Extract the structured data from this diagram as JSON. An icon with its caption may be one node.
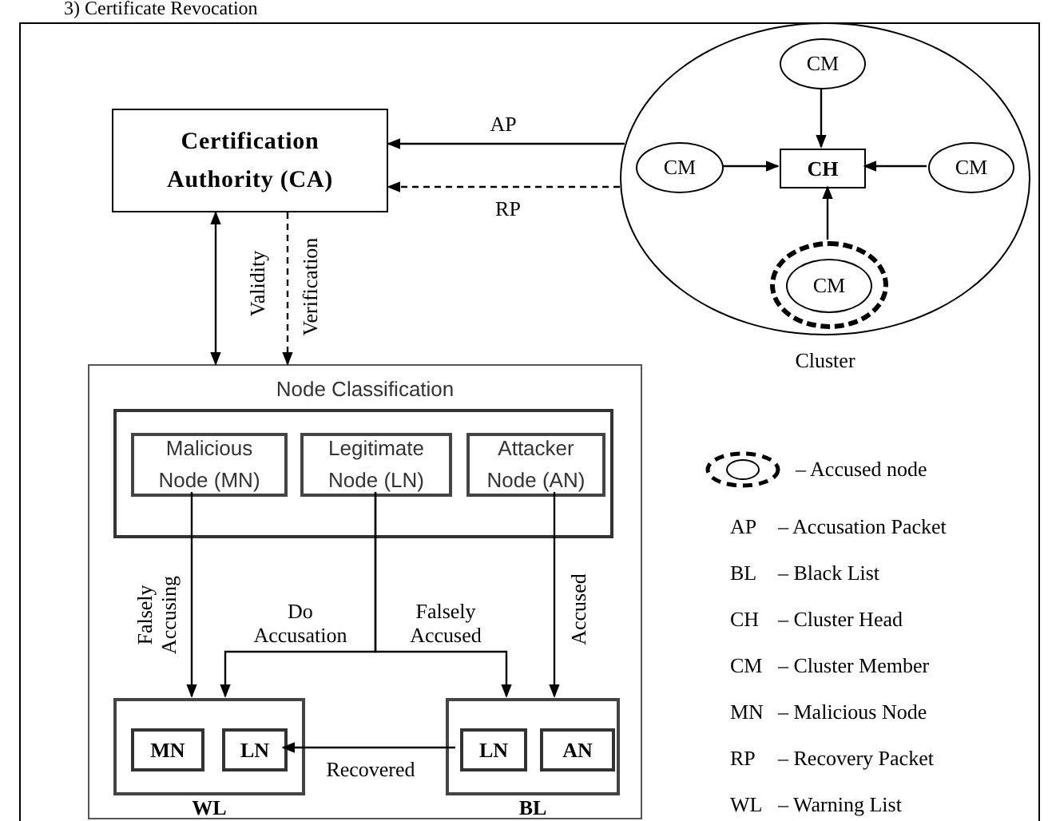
{
  "diagram": {
    "title": "3) Certificate Revocation",
    "nodes": [
      {
        "text": [
          "Certification Authority (CA)"
        ]
      },
      {
        "text": [
          "Cluster"
        ]
      },
      {
        "text": [
          "CM"
        ],
        "in": 1
      },
      {
        "text": [
          "CM"
        ],
        "in": 1
      },
      {
        "text": [
          "CH"
        ],
        "in": 1
      },
      {
        "text": [
          "CM"
        ],
        "in": 1
      },
      {
        "text": [
          "CM"
        ],
        "in": 1
      },
      {
        "text": [
          "Node Classification"
        ]
      },
      {
        "text": [],
        "shape": "box",
        "in": 7
      },
      {
        "text": [
          "Malicious Node (MN)"
        ],
        "in": 8
      },
      {
        "text": [
          "Legitimate Node (LN)"
        ],
        "in": 8
      },
      {
        "text": [
          "Attacker Node (AN)"
        ],
        "in": 8
      },
      {
        "text": [
          "WL"
        ],
        "in": 7
      },
      {
        "text": [
          "MN"
        ],
        "in": 12
      },
      {
        "text": [
          "LN"
        ],
        "in": 12
      },
      {
        "text": [
          "BL"
        ],
        "in": 7
      },
      {
        "text": [
          "LN"
        ],
        "in": 15
      },
      {
        "text": [
          "AN"
        ],
        "in": 15
      }
    ],
    "edges": [
      {
        "from": 1,
        "to": 0,
        "arrow": "to",
        "label": "AP"
      },
      {
        "from": 1,
        "to": 0,
        "arrow": "to",
        "label": "RP",
        "style": "dashed"
      },
      {
        "from": 2,
        "to": 4,
        "arrow": "to"
      },
      {
        "from": 3,
        "to": 4,
        "arrow": "to"
      },
      {
        "from": 5,
        "to": 4,
        "arrow": "to"
      },
      {
        "from": 6,
        "to": 4,
        "arrow": "to"
      },
      {
        "from": 0,
        "to": 7,
        "arrow": "both",
        "label": "Validity"
      },
      {
        "from": 0,
        "to": 7,
        "arrow": "to",
        "label": "Verification",
        "style": "dashed"
      },
      {
        "from": 9,
        "to": 12,
        "arrow": "to",
        "label": "Falsely Accusing"
      },
      {
        "from": 10,
        "to": 12,
        "arrow": "to",
        "label": "Do Accusation"
      },
      {
        "from": 10,
        "to": 15,
        "arrow": "to",
        "label": "Falsely Accused"
      },
      {
        "from": 11,
        "to": 15,
        "arrow": "to",
        "label": "Accused"
      },
      {
        "from": 16,
        "to": 14,
        "arrow": "to",
        "label": "Recovered"
      }
    ],
    "labels": [
      "AP",
      "– Accusation Packet",
      "BL",
      "– Black List",
      "CH",
      "– Cluster Head",
      "CM",
      "– Cluster Member",
      "MN",
      "– Malicious Node",
      "RP",
      "– Recovery Packet",
      "WL",
      "– Warning List"
    ],
    "legend": [
      {
        "text": "– Accused node"
      }
    ]
  }
}
